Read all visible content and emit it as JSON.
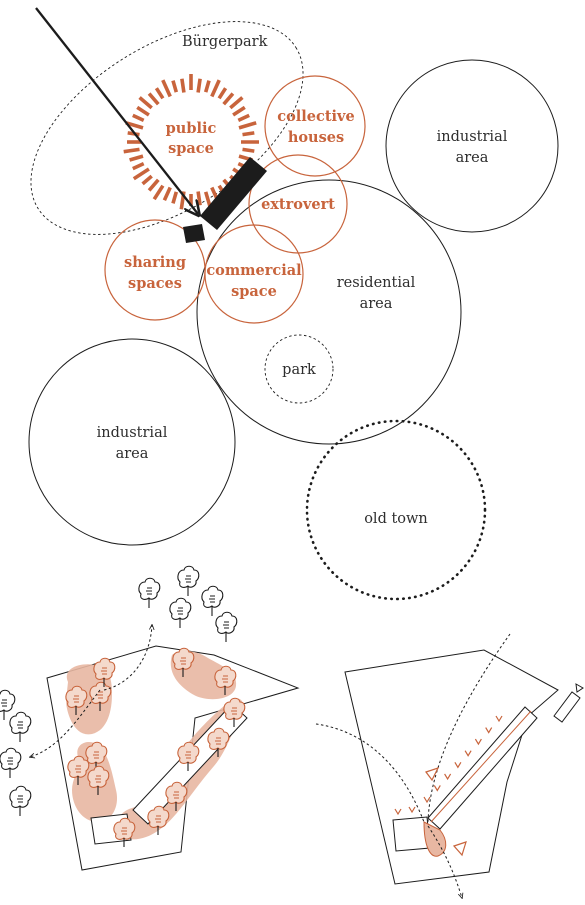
{
  "colors": {
    "accent": "#c8643c",
    "accent_fill": "#e8b7a2",
    "ink": "#1c1c1c",
    "text": "#2e2e2e"
  },
  "concept": {
    "buergerpark": "Bürgerpark",
    "public_space": [
      "public",
      "space"
    ],
    "collective_houses": [
      "collective",
      "houses"
    ],
    "extrovert": "extrovert",
    "sharing_spaces": [
      "sharing",
      "spaces"
    ],
    "commercial_space": [
      "commercial",
      "space"
    ],
    "residential_area": [
      "residential",
      "area"
    ],
    "industrial_area_top": [
      "industrial",
      "area"
    ],
    "industrial_area_left": [
      "industrial",
      "area"
    ],
    "park": "park",
    "old_town": "old town"
  },
  "icons": {
    "tree": "tree-icon",
    "arrow": "arrow-icon",
    "entrance": "triangle-marker-icon"
  }
}
